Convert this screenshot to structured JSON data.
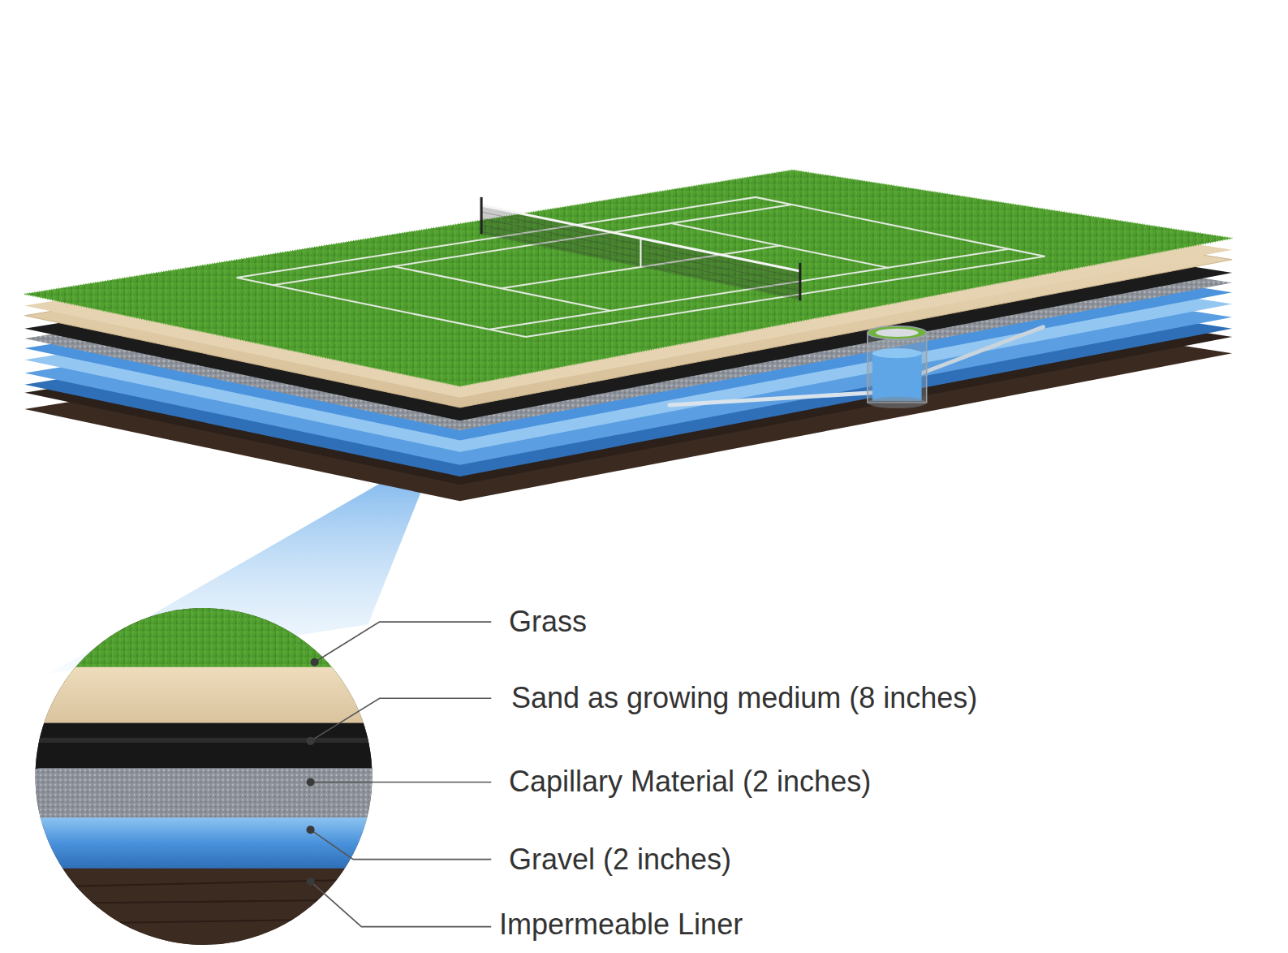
{
  "diagram": {
    "labels": [
      "Grass",
      "Sand as growing medium (8 inches)",
      "Capillary Material (2 inches)",
      "Gravel (2 inches)",
      "Impermeable Liner"
    ]
  }
}
